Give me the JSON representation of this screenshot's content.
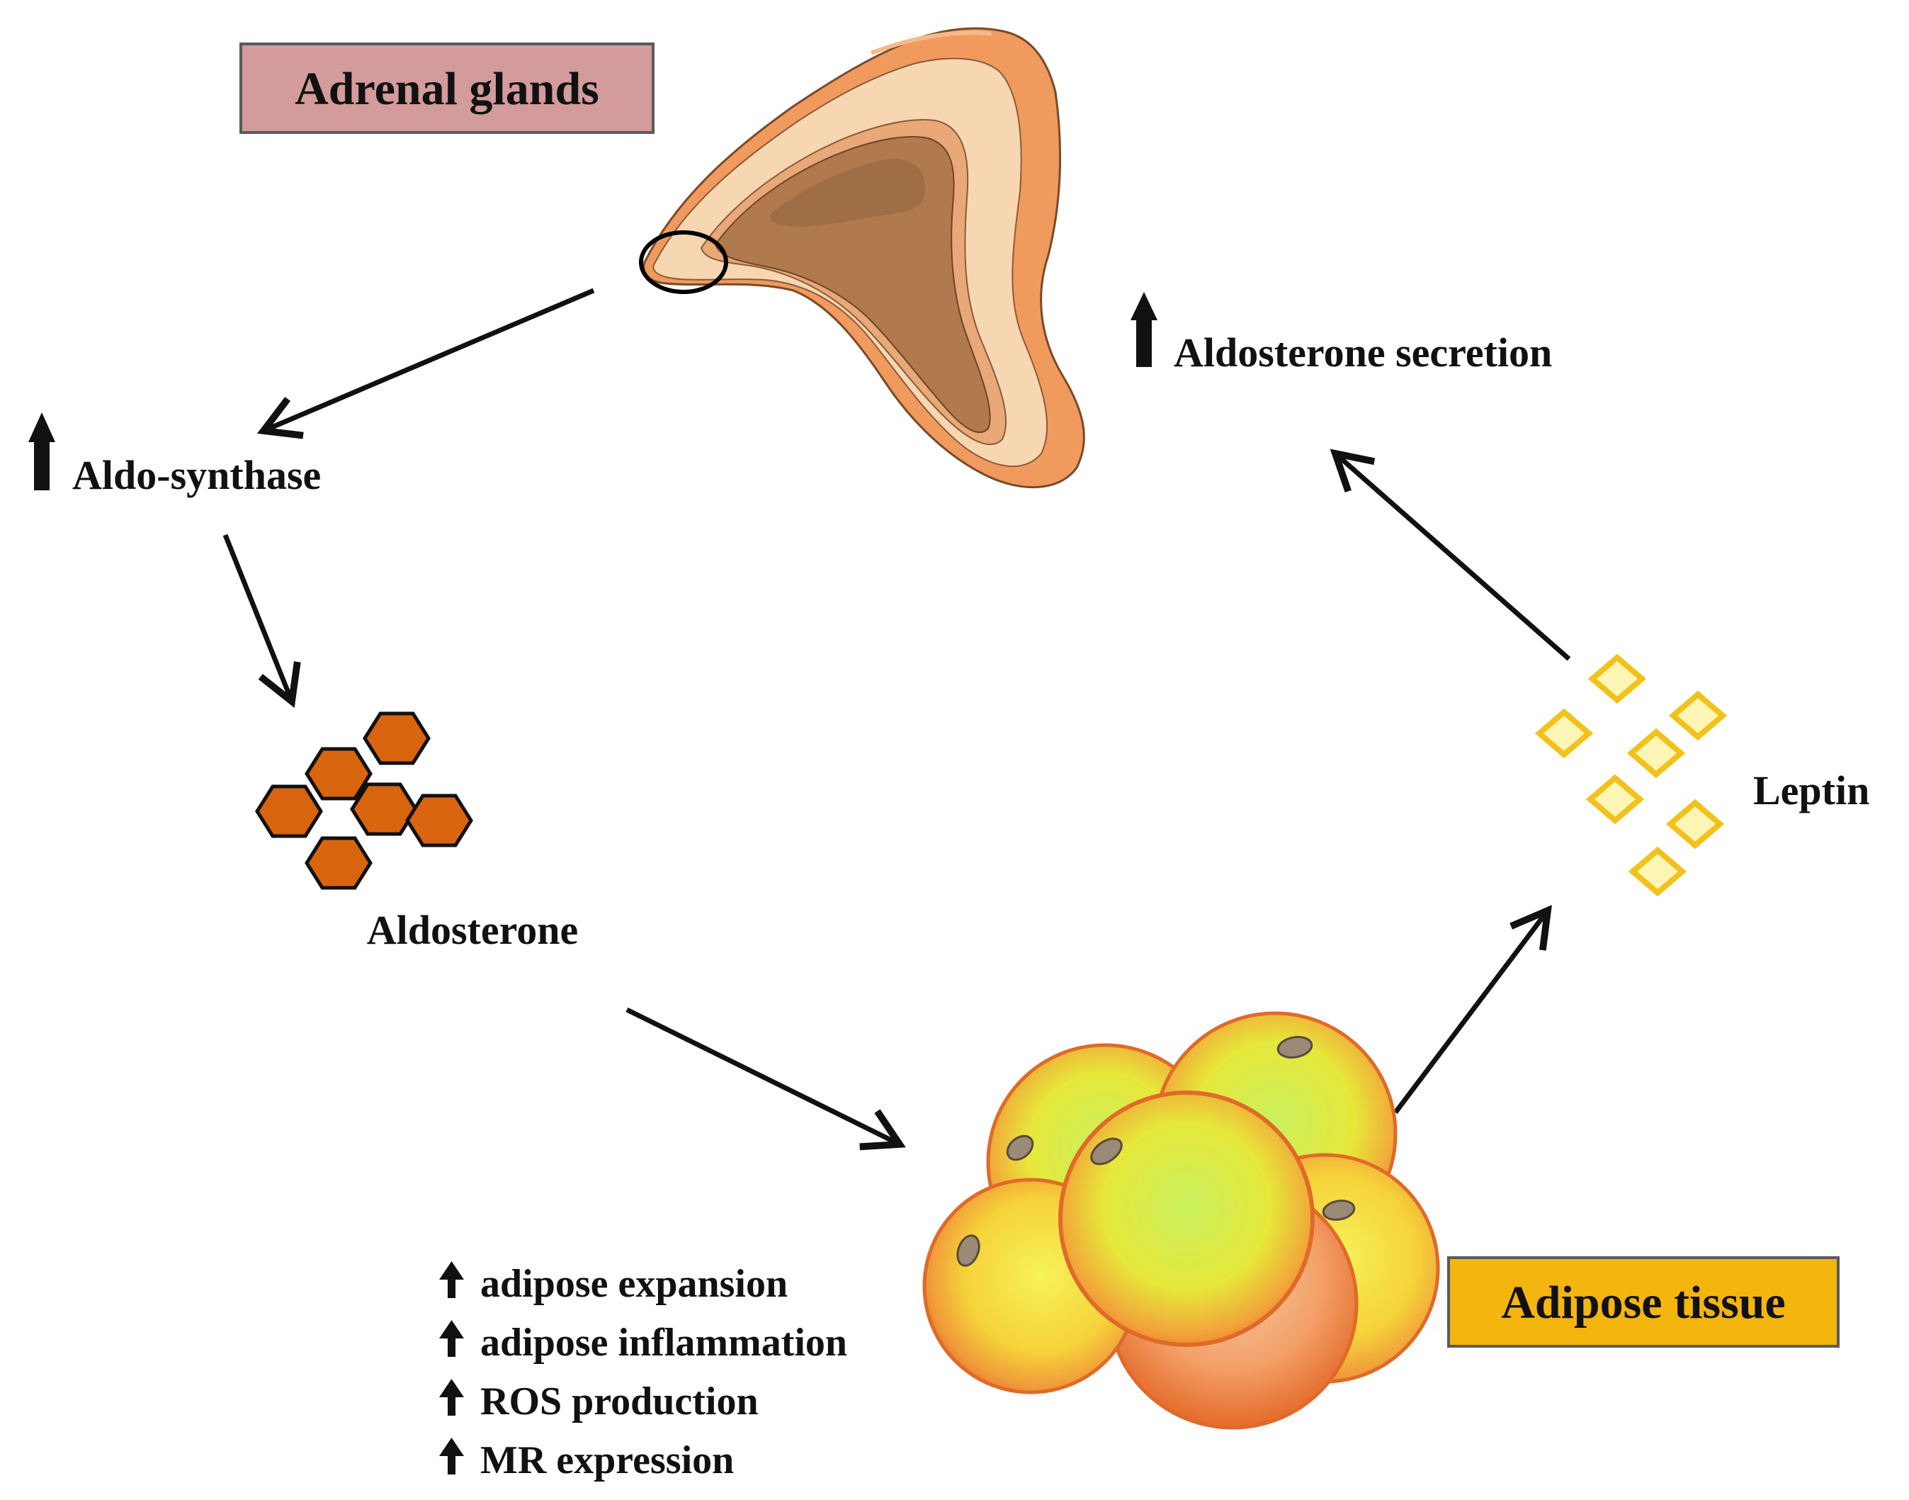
{
  "labels": {
    "adrenal_glands": "Adrenal glands",
    "aldosterone_secretion": "Aldosterone secretion",
    "aldo_synthase": "Aldo-synthase",
    "aldosterone": "Aldosterone",
    "leptin": "Leptin",
    "adipose_tissue": "Adipose tissue"
  },
  "effects": [
    "adipose expansion",
    "adipose inflammation",
    "ROS production",
    "MR expression"
  ],
  "colors": {
    "adrenal_box": "#D39B9B",
    "adipose_box": "#F5B50F",
    "hexagon": "#D9640E",
    "leptin_fill": "#FFF6B5",
    "leptin_stroke": "#F2C21B",
    "adrenal_outer": "#F09A5E",
    "adrenal_cortex": "#F7D7B2",
    "adrenal_medulla": "#B07A4D"
  }
}
